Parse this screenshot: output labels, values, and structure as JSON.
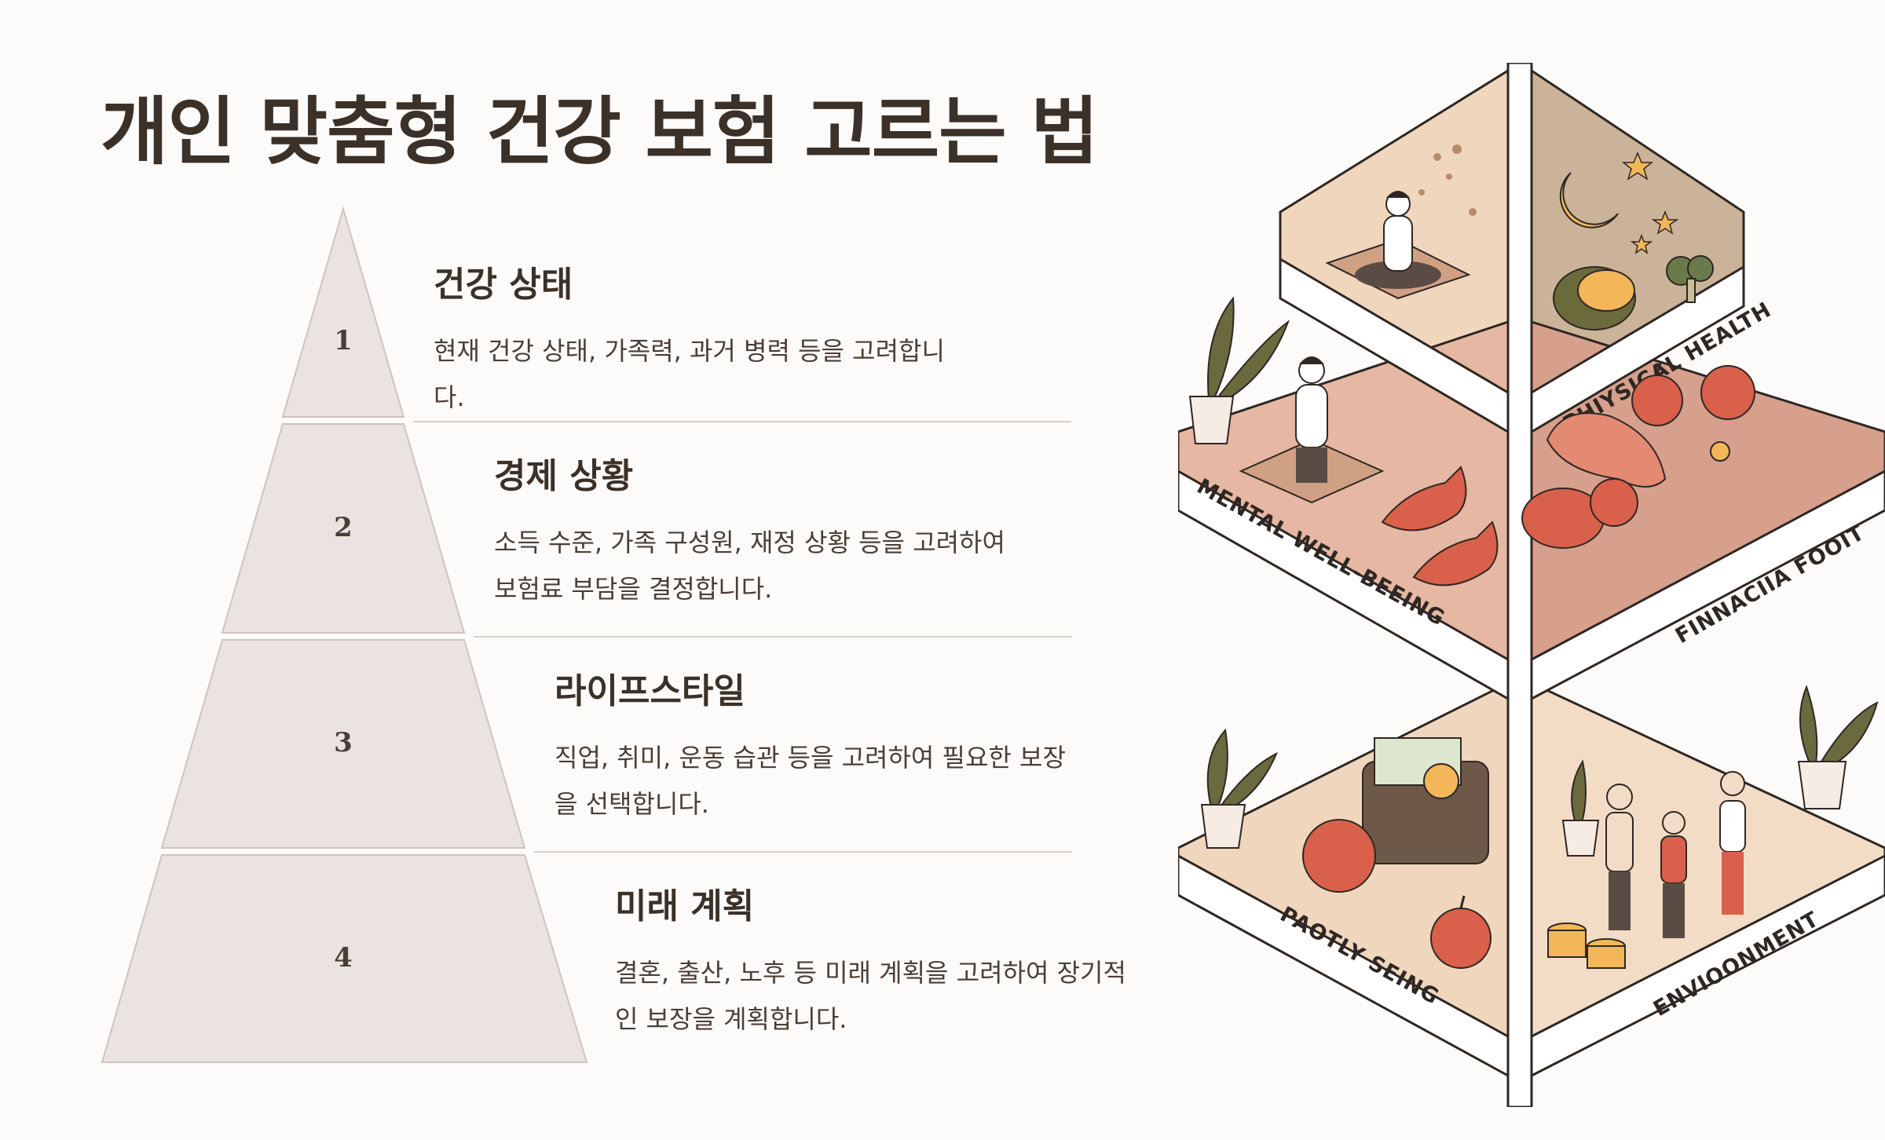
{
  "title": "개인 맞춤형 건강 보험 고르는 법",
  "tiers": [
    {
      "number": "1",
      "title": "건강 상태",
      "description": "현재 건강 상태, 가족력, 과거 병력 등을 고려합니다."
    },
    {
      "number": "2",
      "title": "경제 상황",
      "description": "소득 수준, 가족 구성원, 재정 상황 등을 고려하여 보험료 부담을 결정합니다."
    },
    {
      "number": "3",
      "title": "라이프스타일",
      "description": "직업, 취미, 운동 습관 등을 고려하여 필요한 보장을 선택합니다."
    },
    {
      "number": "4",
      "title": "미래 계획",
      "description": "결혼, 출산, 노후 등 미래 계획을 고려하여 장기적인 보장을 계획합니다."
    }
  ],
  "illustration": {
    "labels": {
      "mental": "MENTAL WELL-BEEING",
      "physical": "PHIYSICAL HEALTH",
      "financial": "FINNACIIA FOOIT",
      "social": "PAOTLY SEING",
      "environment": "ENVIOONMENT"
    }
  },
  "colors": {
    "background": "#fdfbf9",
    "pyramid_fill": "#ebe3e1",
    "pyramid_stroke": "#cfc3bf",
    "text_dark": "#3b3129",
    "accent_red": "#d9604b"
  }
}
